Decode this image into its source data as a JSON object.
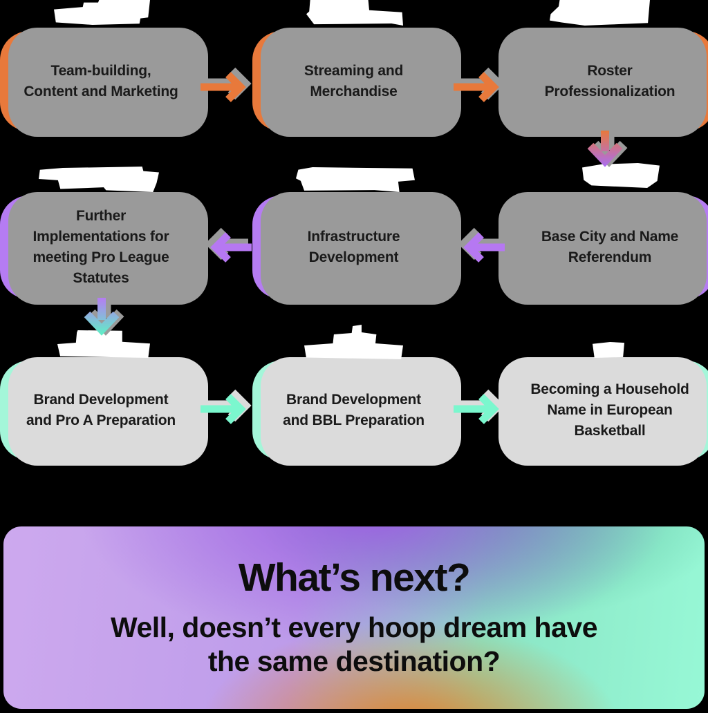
{
  "colors": {
    "orange": "#E8793B",
    "purple": "#B57CF2",
    "purple_arrow": "#B678F2",
    "mint": "#A4F6D9",
    "mint_arrow": "#7BF7CE",
    "gray_shadow": "#9A9A9A",
    "light_shadow": "#DBDBDB",
    "label_white": "#FFFFFF",
    "text_dark": "#1A1A1A",
    "background": "#000000",
    "banner_purple_light": "#CDA9EE",
    "banner_purple_deep": "#9C5FE2",
    "banner_mint": "#97F8D6",
    "banner_teal": "#5FBFA2",
    "banner_orange": "#E2812A",
    "down_arrow_1_gradient": [
      "#E8793B",
      "#AB6DF0"
    ],
    "down_arrow_2_gradient": [
      "#B57CF2",
      "#5FF0C6"
    ]
  },
  "rows": [
    {
      "name": "row-1",
      "direction": "left-to-right",
      "box_color": "#E8793B",
      "boxes": [
        {
          "text": "Team-building,\nContent and Marketing"
        },
        {
          "text": "Streaming and\nMerchandise"
        },
        {
          "text": "Roster\nProfessionalization"
        }
      ]
    },
    {
      "name": "row-2",
      "direction": "right-to-left",
      "box_color": "#B57CF2",
      "boxes": [
        {
          "text": "Further\nImplementations for\nmeeting Pro League\nStatutes"
        },
        {
          "text": "Infrastructure\nDevelopment"
        },
        {
          "text": "Base City and Name\nReferendum"
        }
      ]
    },
    {
      "name": "row-3",
      "direction": "left-to-right",
      "box_color": "#A4F6D9",
      "boxes": [
        {
          "text": "Brand Development\nand Pro A Preparation"
        },
        {
          "text": "Brand Development\nand BBL Preparation"
        },
        {
          "text": "Becoming a Household\nName in European\nBasketball"
        }
      ]
    }
  ],
  "connections": [
    {
      "from": "Team-building, Content and Marketing",
      "to": "Streaming and Merchandise",
      "direction": "right"
    },
    {
      "from": "Streaming and Merchandise",
      "to": "Roster Professionalization",
      "direction": "right"
    },
    {
      "from": "Roster Professionalization",
      "to": "Base City and Name Referendum",
      "direction": "down"
    },
    {
      "from": "Base City and Name Referendum",
      "to": "Infrastructure Development",
      "direction": "left"
    },
    {
      "from": "Infrastructure Development",
      "to": "Further Implementations for meeting Pro League Statutes",
      "direction": "left"
    },
    {
      "from": "Further Implementations for meeting Pro League Statutes",
      "to": "Brand Development and Pro A Preparation",
      "direction": "down"
    },
    {
      "from": "Brand Development and Pro A Preparation",
      "to": "Brand Development and BBL Preparation",
      "direction": "right"
    },
    {
      "from": "Brand Development and BBL Preparation",
      "to": "Becoming a Household Name in European Basketball",
      "direction": "right"
    }
  ],
  "banner": {
    "title": "What’s next?",
    "subtitle": "Well, doesn’t every hoop dream have\nthe same destination?"
  }
}
